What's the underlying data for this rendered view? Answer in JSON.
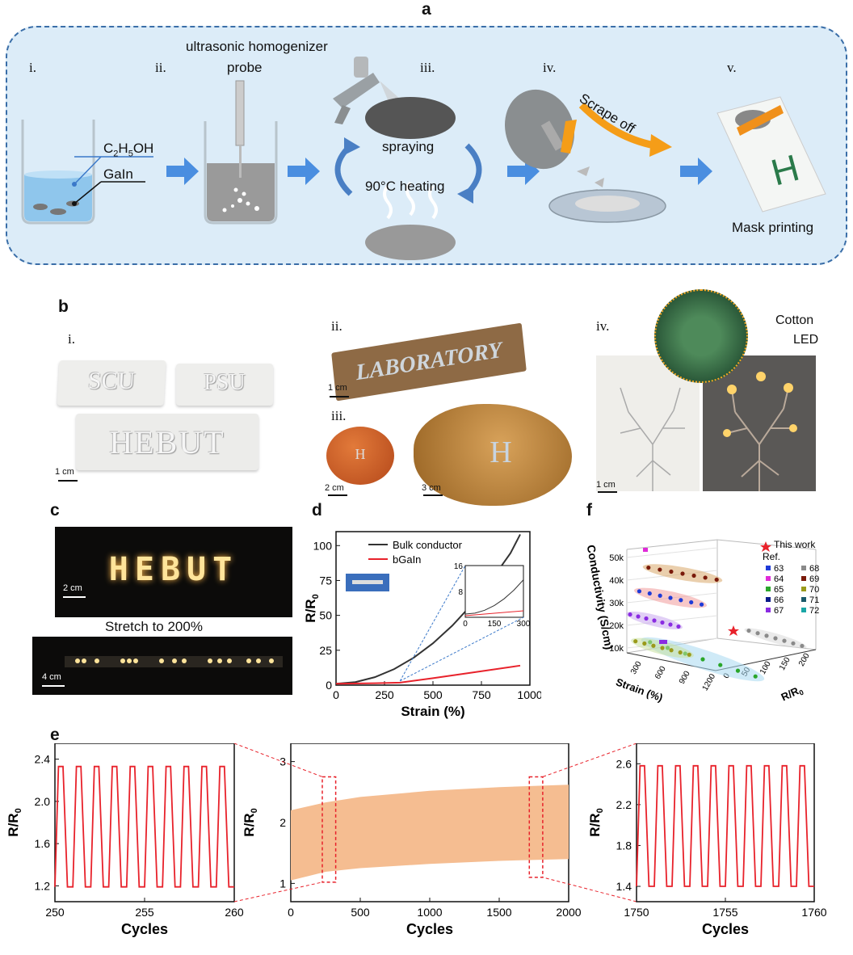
{
  "panel_labels": {
    "a": "a",
    "b": "b",
    "c": "c",
    "d": "d",
    "e": "e",
    "f": "f"
  },
  "panel_a": {
    "steps": [
      "i.",
      "ii.",
      "iii.",
      "iv.",
      "v."
    ],
    "homogenizer": "ultrasonic homogenizer",
    "probe": "probe",
    "ethanol_base": "C",
    "ethanol_sub1": "2",
    "ethanol_mid": "H",
    "ethanol_sub2": "5",
    "ethanol_end": "OH",
    "gain": "GaIn",
    "spraying": "spraying",
    "heating": "90°C heating",
    "scrape": "Scrape off",
    "mask": "Mask printing",
    "mask_letter": "H"
  },
  "panel_b": {
    "subs": [
      "i.",
      "ii.",
      "iii.",
      "iv."
    ],
    "words": [
      "SCU",
      "PSU",
      "HEBUT"
    ],
    "laboratory": "LABORATORY",
    "balloon_letter": "H",
    "scale": [
      "1 cm",
      "1 cm",
      "2 cm",
      "3 cm",
      "1 cm"
    ],
    "cotton": "Cotton",
    "led": "LED"
  },
  "panel_c": {
    "word": "HEBUT",
    "stretch": "Stretch to 200%",
    "scale": [
      "2 cm",
      "4 cm"
    ]
  },
  "colors": {
    "accent_blue": "#3a78c9",
    "red": "#e8222b",
    "orange": "#f59d18",
    "band": "#f5bd91",
    "frame_bg": "#dcecf8"
  },
  "chart_data": [
    {
      "type": "line",
      "panel": "d",
      "xlabel": "Strain (%)",
      "ylabel": "R/R0",
      "xlim": [
        0,
        1000
      ],
      "ylim": [
        0,
        110
      ],
      "xticks": [
        0,
        250,
        500,
        750,
        1000
      ],
      "yticks": [
        0,
        25,
        50,
        75,
        100
      ],
      "series": [
        {
          "name": "Bulk conductor",
          "color": "#333333",
          "x": [
            0,
            100,
            200,
            300,
            400,
            500,
            600,
            700,
            800,
            900,
            950
          ],
          "y": [
            1,
            2.2,
            5.7,
            11.5,
            19.6,
            30,
            42.7,
            57.7,
            75,
            94.6,
            108
          ]
        },
        {
          "name": "bGaIn",
          "color": "#e8222b",
          "x": [
            0,
            200,
            330,
            500,
            700,
            950
          ],
          "y": [
            1,
            1.4,
            1.8,
            5,
            9,
            14
          ]
        }
      ],
      "inset": {
        "xlim": [
          0,
          300
        ],
        "ylim": [
          0,
          16
        ],
        "xticks": [
          0,
          150,
          300
        ],
        "yticks": [
          0,
          8,
          16
        ]
      }
    },
    {
      "type": "line",
      "panel": "e-left",
      "xlabel": "Cycles",
      "ylabel": "R/R0",
      "xlim": [
        250,
        260
      ],
      "ylim": [
        1.05,
        2.55
      ],
      "xticks": [
        250,
        255,
        260
      ],
      "yticks": [
        1.2,
        1.6,
        2.0,
        2.4
      ],
      "cycles": [
        250,
        251,
        252,
        253,
        254,
        255,
        256,
        257,
        258,
        259,
        260
      ],
      "peak": 2.33,
      "valley": 1.19
    },
    {
      "type": "area",
      "panel": "e-middle",
      "xlabel": "Cycles",
      "ylabel": "R/R0",
      "xlim": [
        0,
        2000
      ],
      "ylim": [
        0.7,
        3.3
      ],
      "xticks": [
        0,
        500,
        1000,
        1500,
        2000
      ],
      "yticks": [
        1,
        2,
        3
      ],
      "x": [
        0,
        250,
        500,
        1000,
        1500,
        2000
      ],
      "upper": [
        2.2,
        2.33,
        2.42,
        2.52,
        2.58,
        2.62
      ],
      "lower": [
        1.05,
        1.19,
        1.25,
        1.32,
        1.37,
        1.4
      ]
    },
    {
      "type": "line",
      "panel": "e-right",
      "xlabel": "Cycles",
      "ylabel": "R/R0",
      "xlim": [
        1750,
        1760
      ],
      "ylim": [
        1.25,
        2.8
      ],
      "xticks": [
        1750,
        1755,
        1760
      ],
      "yticks": [
        1.4,
        1.8,
        2.2,
        2.6
      ],
      "peak": 2.58,
      "valley": 1.4
    },
    {
      "type": "scatter",
      "panel": "f",
      "xlabel": "Strain (%)",
      "ylabel": "R/R0",
      "zlabel": "Conductivity (S/cm)",
      "zticks": [
        "10k",
        "20k",
        "30k",
        "40k",
        "50k"
      ],
      "xticks": [
        "300",
        "600",
        "900",
        "1200"
      ],
      "yticks": [
        "0",
        "50",
        "100",
        "150",
        "200"
      ],
      "legend_title": "Ref.",
      "this_work": "This work",
      "refs": [
        {
          "name": "63",
          "color": "#1f3bd8"
        },
        {
          "name": "64",
          "color": "#e02ad8"
        },
        {
          "name": "65",
          "color": "#2aa62a"
        },
        {
          "name": "66",
          "color": "#0a1a8a"
        },
        {
          "name": "67",
          "color": "#8a2be2"
        },
        {
          "name": "68",
          "color": "#8a8a8a"
        },
        {
          "name": "69",
          "color": "#7a1a0a"
        },
        {
          "name": "70",
          "color": "#9a9a1a"
        },
        {
          "name": "71",
          "color": "#1a5a6a"
        },
        {
          "name": "72",
          "color": "#1aa6a6"
        }
      ]
    }
  ]
}
